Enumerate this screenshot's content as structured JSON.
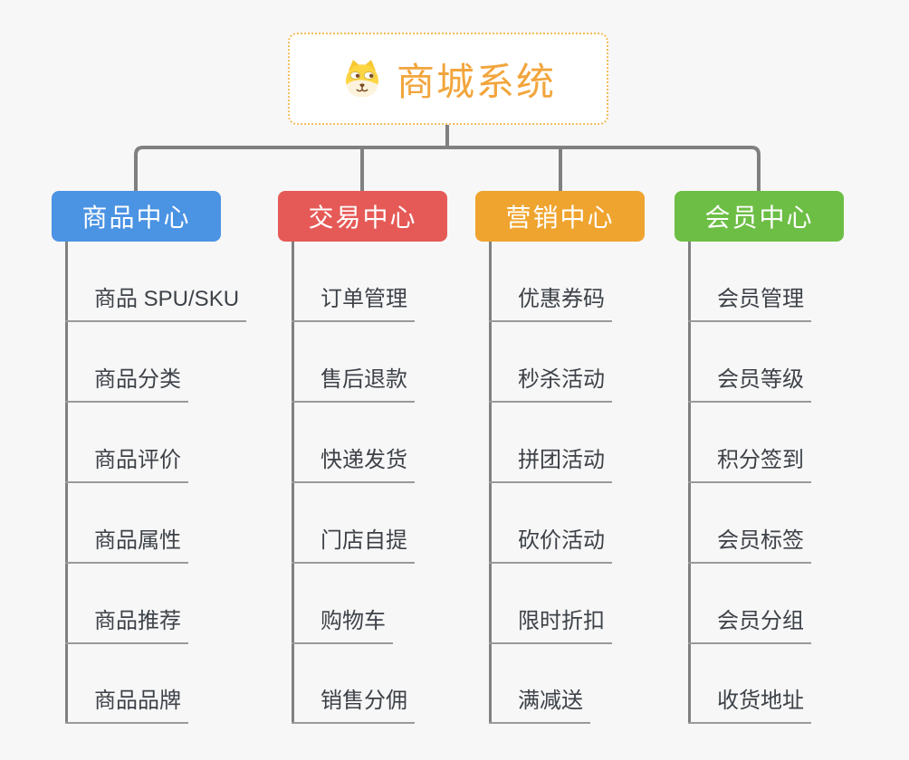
{
  "root": {
    "title": "商城系统",
    "icon": "dog-face-icon"
  },
  "colors": {
    "root_accent": "#f2a53c",
    "root_border": "#f3bc5b",
    "connector_line": "#808080",
    "leaf_underline": "#9a9a9a",
    "leaf_text": "#3d4248",
    "background": "#f7f7f7",
    "branch_product": "#4b93e3",
    "branch_trade": "#e55a57",
    "branch_marketing": "#efa42f",
    "branch_member": "#6dbe45"
  },
  "branches": [
    {
      "label": "商品中心",
      "color": "#4b93e3",
      "items": [
        "商品 SPU/SKU",
        "商品分类",
        "商品评价",
        "商品属性",
        "商品推荐",
        "商品品牌"
      ]
    },
    {
      "label": "交易中心",
      "color": "#e55a57",
      "items": [
        "订单管理",
        "售后退款",
        "快递发货",
        "门店自提",
        "购物车",
        "销售分佣"
      ]
    },
    {
      "label": "营销中心",
      "color": "#efa42f",
      "items": [
        "优惠券码",
        "秒杀活动",
        "拼团活动",
        "砍价活动",
        "限时折扣",
        "满减送"
      ]
    },
    {
      "label": "会员中心",
      "color": "#6dbe45",
      "items": [
        "会员管理",
        "会员等级",
        "积分签到",
        "会员标签",
        "会员分组",
        "收货地址"
      ]
    }
  ]
}
